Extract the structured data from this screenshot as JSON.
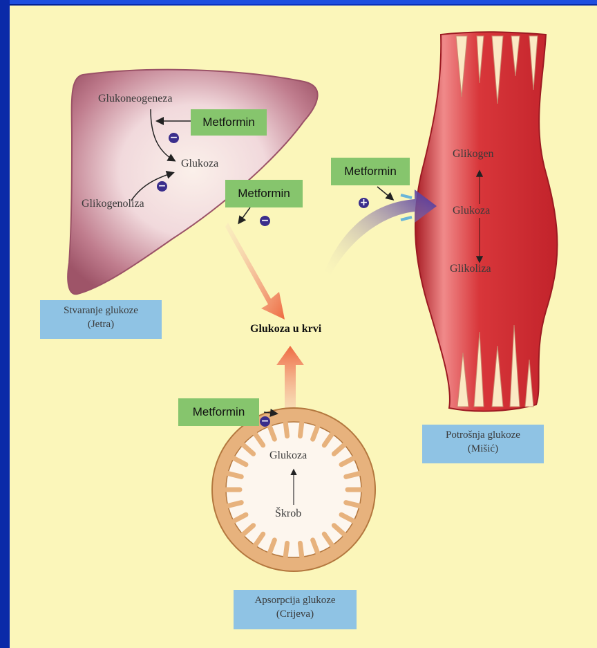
{
  "liver": {
    "gluconeogenesis": "Glukoneogeneza",
    "glucose": "Glukoza",
    "glycogenolysis": "Glikogenoliza",
    "caption_line1": "Stvaranje glukoze",
    "caption_line2": "(Jetra)"
  },
  "muscle": {
    "glycogen": "Glikogen",
    "glucose": "Glukoza",
    "glycolysis": "Glikoliza",
    "caption_line1": "Potrošnja glukoze",
    "caption_line2": "(Mišić)"
  },
  "intestine": {
    "glucose": "Glukoza",
    "starch": "Škrob",
    "caption_line1": "Apsorpcija glukoze",
    "caption_line2": "(Crijeva)"
  },
  "center": {
    "blood_glucose": "Glukoza u krvi"
  },
  "drug": {
    "label_liver": "Metformin",
    "label_blood": "Metformin",
    "label_muscle": "Metformin",
    "label_intestine": "Metformin"
  },
  "signs": {
    "minus": "−",
    "plus": "+"
  },
  "colors": {
    "background": "#fbf6ba",
    "liver": "#b0667a",
    "muscle": "#d52a33",
    "intestine": "#e7b27d",
    "drug_box": "#86c56d",
    "caption_box": "#8fc3e4",
    "sign": "#3a2e8c"
  }
}
